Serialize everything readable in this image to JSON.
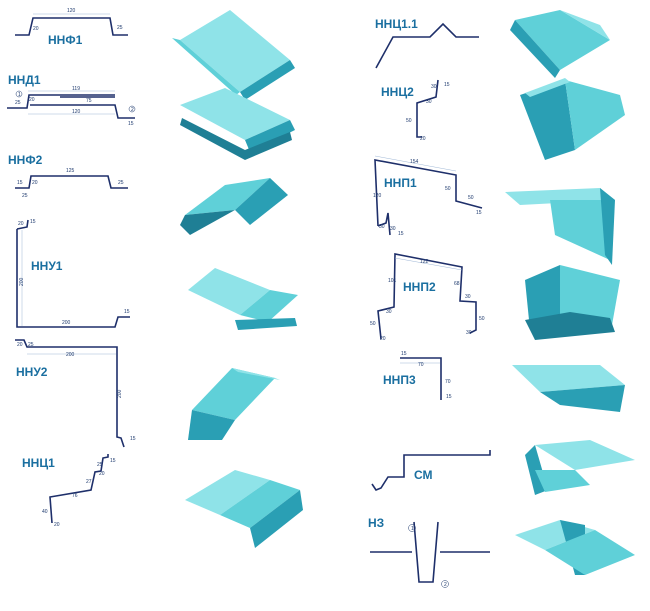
{
  "profiles": {
    "nnf1": {
      "name": "ННФ1",
      "dims": [
        "120",
        "20",
        "25"
      ]
    },
    "nnd1": {
      "name": "ННД1",
      "dims": [
        "119",
        "75",
        "120",
        "25",
        "15",
        "20"
      ],
      "markers": [
        "1",
        "2"
      ]
    },
    "nnf2": {
      "name": "ННФ2",
      "dims": [
        "125",
        "15",
        "25",
        "25",
        "20"
      ]
    },
    "nnu1": {
      "name": "ННУ1",
      "dims": [
        "200",
        "200",
        "15",
        "20",
        "15"
      ]
    },
    "nnu2": {
      "name": "ННУ2",
      "dims": [
        "200",
        "200",
        "15",
        "20",
        "25"
      ]
    },
    "nnc1": {
      "name": "ННЦ1",
      "dims": [
        "76",
        "27",
        "25",
        "15",
        "20",
        "40",
        "20"
      ]
    },
    "nnc11": {
      "name": "ННЦ1.1"
    },
    "nnc2": {
      "name": "ННЦ2",
      "dims": [
        "50",
        "30",
        "30",
        "15",
        "20"
      ]
    },
    "nnp1": {
      "name": "ННП1",
      "dims": [
        "154",
        "120",
        "50",
        "50",
        "15",
        "30",
        "30",
        "15"
      ]
    },
    "nnp2": {
      "name": "ННП2",
      "dims": [
        "122",
        "101",
        "68",
        "30",
        "30",
        "50",
        "50",
        "20",
        "30"
      ]
    },
    "nnp3": {
      "name": "ННП3",
      "dims": [
        "15",
        "70",
        "70",
        "15"
      ]
    },
    "sm": {
      "name": "СМ"
    },
    "nz": {
      "name": "НЗ",
      "markers": [
        "1",
        "2"
      ]
    }
  },
  "colors": {
    "profile_line": "#1e2f6a",
    "label": "#1a6fa0",
    "metal_light": "#8fe3e8",
    "metal_mid": "#5fd0d8",
    "metal_dark": "#2a9fb4"
  }
}
